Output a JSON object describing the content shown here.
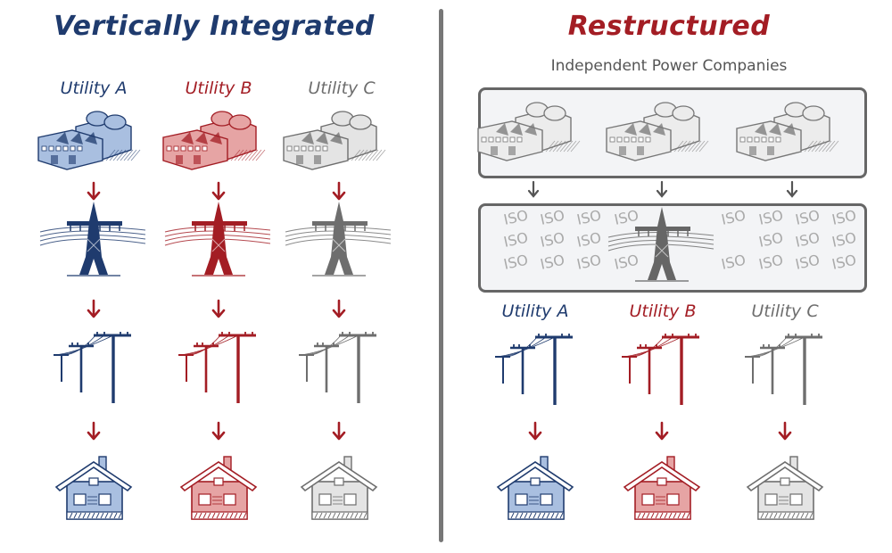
{
  "colors": {
    "utility_a": "#1f3b6e",
    "utility_a_fill": "#a9bfe0",
    "utility_b": "#a31d24",
    "utility_b_fill": "#e6a4a4",
    "utility_c": "#6e6e6e",
    "utility_c_fill": "#e4e4e4",
    "arrow": "#a31d24",
    "divider": "#777777",
    "iso_text": "#aaaaaa"
  },
  "left": {
    "title": "Vertically Integrated",
    "utilities": [
      {
        "label": "Utility A",
        "color_key": "utility_a"
      },
      {
        "label": "Utility B",
        "color_key": "utility_b"
      },
      {
        "label": "Utility C",
        "color_key": "utility_c"
      }
    ],
    "rows": [
      "power-plant",
      "transmission-tower",
      "distribution-poles",
      "house"
    ]
  },
  "right": {
    "title": "Restructured",
    "ipp_label": "Independent Power Companies",
    "iso_label": "ISO",
    "utilities": [
      {
        "label": "Utility A",
        "color_key": "utility_a"
      },
      {
        "label": "Utility B",
        "color_key": "utility_b"
      },
      {
        "label": "Utility C",
        "color_key": "utility_c"
      }
    ]
  }
}
